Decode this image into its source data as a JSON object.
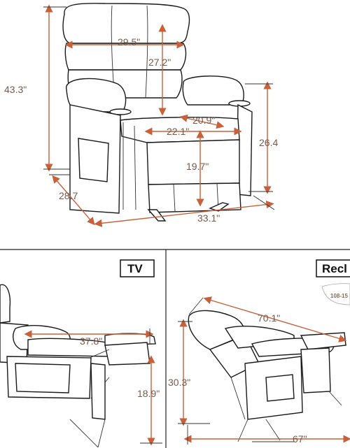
{
  "top_view": {
    "dimensions": {
      "height_total": "43.3\"",
      "width_back": "29.5\"",
      "back_height": "27.2\"",
      "seat_depth": "20.9\"",
      "seat_width": "22.1\"",
      "arm_height": "26.4",
      "seat_height": "19.7\"",
      "depth": "28.7",
      "width_total": "33.1\""
    }
  },
  "tv_view": {
    "label": "TV",
    "dimensions": {
      "length": "37.8\"",
      "footrest_height": "18.9\""
    }
  },
  "recline_view": {
    "label": "Recl",
    "angle_note": "108-15",
    "dimensions": {
      "length": "70.1\"",
      "height": "30.3\"",
      "depth": "67\""
    }
  },
  "colors": {
    "arrow": "#c8603a",
    "text": "#7a5a4a",
    "line": "#222222"
  }
}
